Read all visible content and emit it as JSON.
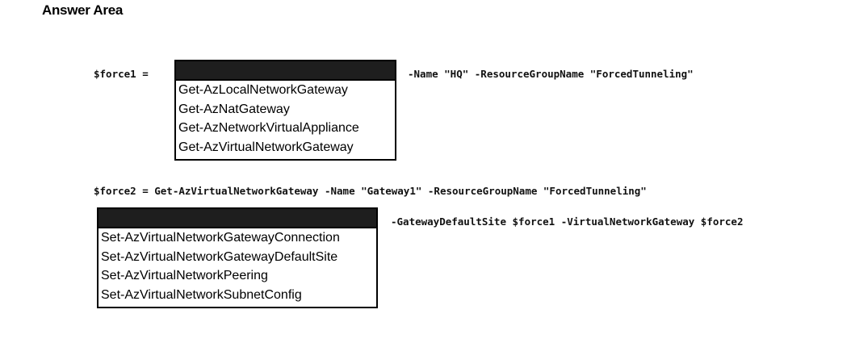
{
  "title": "Answer Area",
  "line1": {
    "var_text": "$force1 =",
    "suffix": "-Name \"HQ\" -ResourceGroupName \"ForcedTunneling\"",
    "options": [
      "Get-AzLocalNetworkGateway",
      "Get-AzNatGateway",
      "Get-AzNetworkVirtualAppliance",
      "Get-AzVirtualNetworkGateway"
    ]
  },
  "line2": {
    "text": "$force2 = Get-AzVirtualNetworkGateway -Name \"Gateway1\" -ResourceGroupName \"ForcedTunneling\""
  },
  "line3": {
    "suffix": "-GatewayDefaultSite $force1 -VirtualNetworkGateway $force2",
    "options": [
      "Set-AzVirtualNetworkGatewayConnection",
      "Set-AzVirtualNetworkGatewayDefaultSite",
      "Set-AzVirtualNetworkPeering",
      "Set-AzVirtualNetworkSubnetConfig"
    ]
  }
}
